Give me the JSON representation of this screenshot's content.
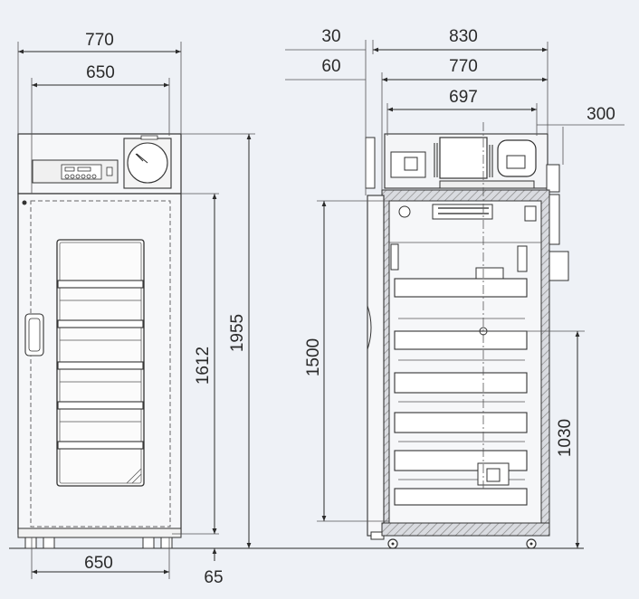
{
  "dimensions": {
    "front_width_outer": "770",
    "front_width_inner": "650",
    "front_height_total": "1955",
    "front_height_door": "1612",
    "front_bottom_width": "650",
    "front_bottom_height": "65",
    "side_offset_30": "30",
    "side_offset_60": "60",
    "side_depth_830": "830",
    "side_depth_770": "770",
    "side_depth_697": "697",
    "side_extension_300": "300",
    "side_interior_height": "1500",
    "side_center_height": "1030"
  },
  "colors": {
    "background": "#eef1f6",
    "line": "#2b2b2b",
    "body": "#f6f7f9",
    "hatch": "#9a9a9a"
  }
}
